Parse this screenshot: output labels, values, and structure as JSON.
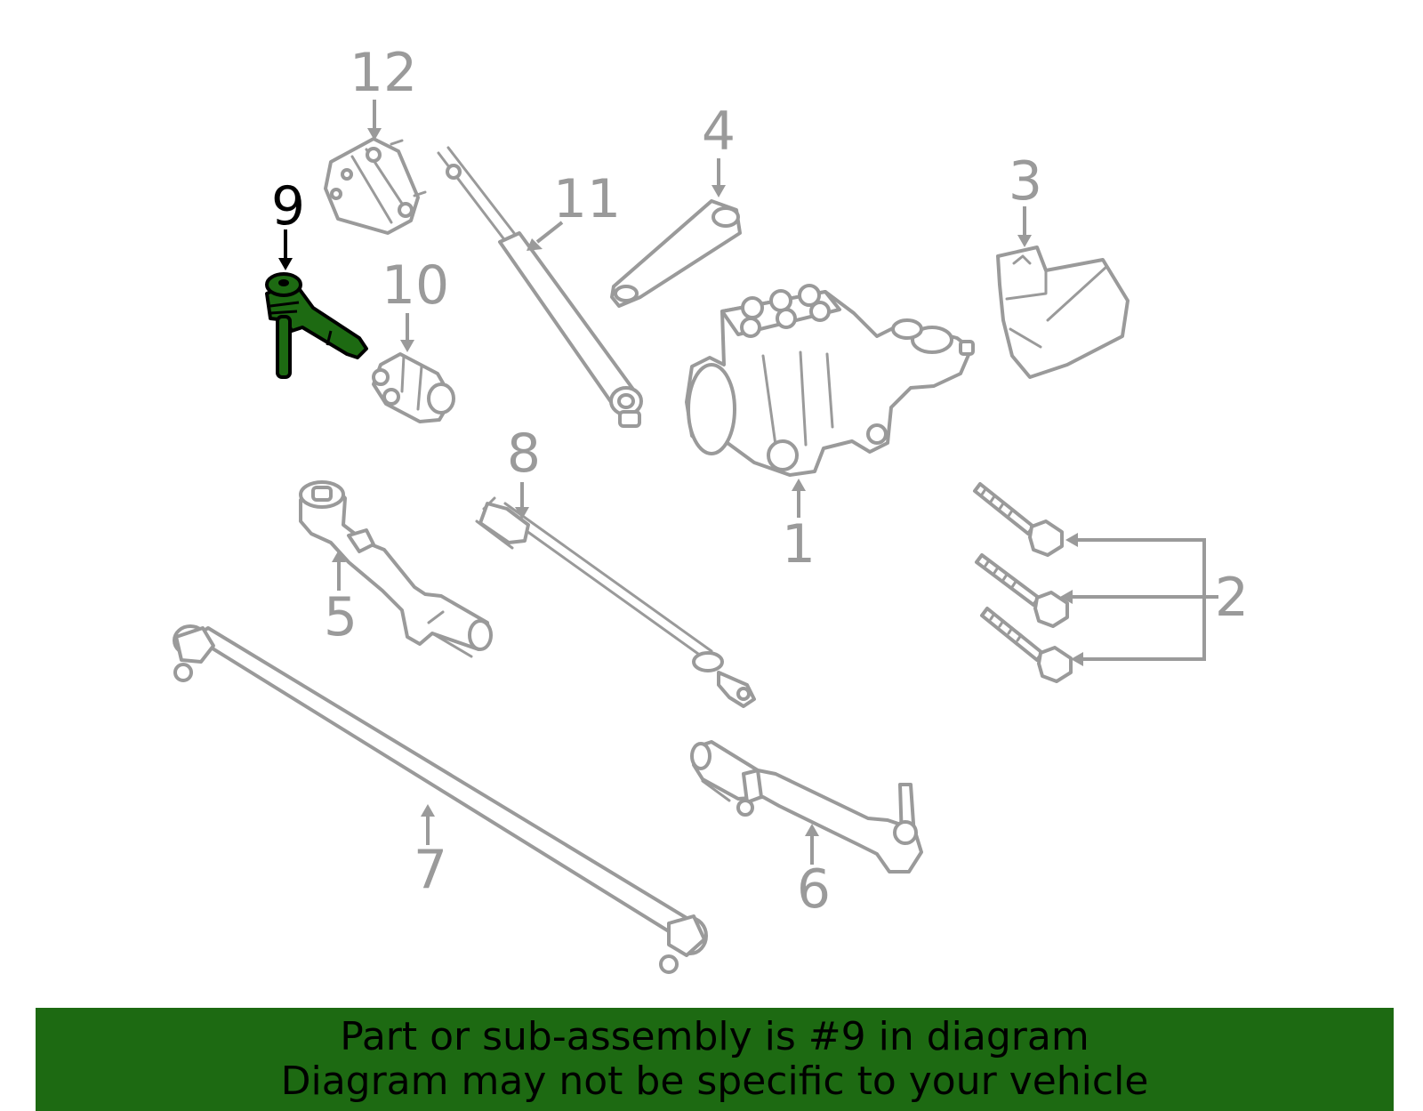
{
  "diagram": {
    "highlight_color": "#1d6a12",
    "callouts": [
      {
        "id": "1",
        "label": "1",
        "highlighted": false
      },
      {
        "id": "2",
        "label": "2",
        "highlighted": false
      },
      {
        "id": "3",
        "label": "3",
        "highlighted": false
      },
      {
        "id": "4",
        "label": "4",
        "highlighted": false
      },
      {
        "id": "5",
        "label": "5",
        "highlighted": false
      },
      {
        "id": "6",
        "label": "6",
        "highlighted": false
      },
      {
        "id": "7",
        "label": "7",
        "highlighted": false
      },
      {
        "id": "8",
        "label": "8",
        "highlighted": false
      },
      {
        "id": "9",
        "label": "9",
        "highlighted": true
      },
      {
        "id": "10",
        "label": "10",
        "highlighted": false
      },
      {
        "id": "11",
        "label": "11",
        "highlighted": false
      },
      {
        "id": "12",
        "label": "12",
        "highlighted": false
      }
    ]
  },
  "banner": {
    "line1": "Part or sub-assembly is #9 in diagram",
    "line2": "Diagram may not be specific to your vehicle",
    "background": "#1d6a12"
  }
}
